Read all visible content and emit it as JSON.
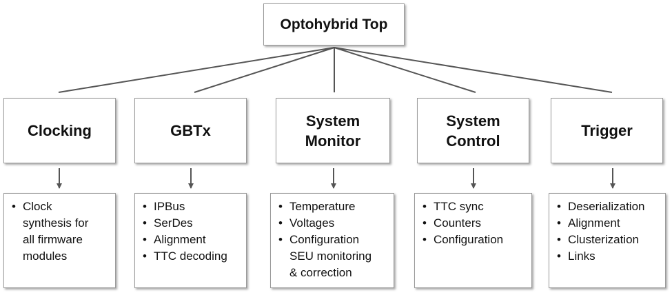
{
  "root": {
    "label": "Optohybrid Top"
  },
  "modules": [
    {
      "id": "clocking",
      "label": "Clocking",
      "items": [
        "Clock\nsynthesis for\nall firmware\nmodules"
      ]
    },
    {
      "id": "gbtx",
      "label": "GBTx",
      "items": [
        "IPBus",
        "SerDes",
        "Alignment",
        "TTC decoding"
      ]
    },
    {
      "id": "system-monitor",
      "label": "System\nMonitor",
      "items": [
        "Temperature",
        "Voltages",
        "Configuration\nSEU monitoring\n& correction"
      ]
    },
    {
      "id": "system-control",
      "label": "System\nControl",
      "items": [
        "TTC sync",
        "Counters",
        "Configuration"
      ]
    },
    {
      "id": "trigger",
      "label": "Trigger",
      "items": [
        "Deserialization",
        "Alignment",
        "Clusterization",
        "Links"
      ]
    }
  ],
  "colors": {
    "line": "#555555",
    "border": "#9a9a9a",
    "text": "#111111"
  }
}
